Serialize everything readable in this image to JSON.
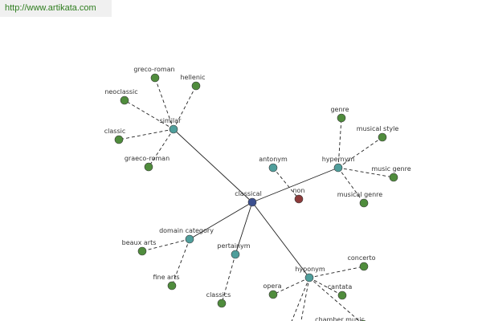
{
  "source_url": "http://www.artikata.com",
  "colors": {
    "root": "#3b4f8f",
    "relation": "#4f9e9b",
    "leaf": "#4f8c3c",
    "antonym_leaf": "#8c3a3a"
  },
  "graph": {
    "nodes": [
      {
        "id": "classical",
        "label": "classical",
        "kind": "root"
      },
      {
        "id": "similar",
        "label": "similar",
        "kind": "relation"
      },
      {
        "id": "antonym",
        "label": "antonym",
        "kind": "relation"
      },
      {
        "id": "hypernym",
        "label": "hypernym",
        "kind": "relation"
      },
      {
        "id": "domain_category",
        "label": "domain category",
        "kind": "relation"
      },
      {
        "id": "pertainym",
        "label": "pertainym",
        "kind": "relation"
      },
      {
        "id": "hyponym",
        "label": "hyponym",
        "kind": "relation"
      },
      {
        "id": "greco_roman",
        "label": "greco-roman",
        "kind": "leaf"
      },
      {
        "id": "hellenic",
        "label": "hellenic",
        "kind": "leaf"
      },
      {
        "id": "neoclassic",
        "label": "neoclassic",
        "kind": "leaf"
      },
      {
        "id": "classic",
        "label": "classic",
        "kind": "leaf"
      },
      {
        "id": "graeco_roman",
        "label": "graeco-roman",
        "kind": "leaf"
      },
      {
        "id": "non",
        "label": "non",
        "kind": "antonym_leaf"
      },
      {
        "id": "genre",
        "label": "genre",
        "kind": "leaf"
      },
      {
        "id": "musical_style",
        "label": "musical style",
        "kind": "leaf"
      },
      {
        "id": "music_genre",
        "label": "music genre",
        "kind": "leaf"
      },
      {
        "id": "musical_genre",
        "label": "musical genre",
        "kind": "leaf"
      },
      {
        "id": "beaux_arts",
        "label": "beaux arts",
        "kind": "leaf"
      },
      {
        "id": "fine_arts",
        "label": "fine arts",
        "kind": "leaf"
      },
      {
        "id": "classics",
        "label": "classics",
        "kind": "leaf"
      },
      {
        "id": "concerto",
        "label": "concerto",
        "kind": "leaf"
      },
      {
        "id": "opera",
        "label": "opera",
        "kind": "leaf"
      },
      {
        "id": "cantata",
        "label": "cantata",
        "kind": "leaf"
      },
      {
        "id": "chamber_music",
        "label": "chamber music",
        "kind": "leaf"
      }
    ],
    "edges": [
      {
        "from": "classical",
        "to": "similar",
        "style": "solid"
      },
      {
        "from": "classical",
        "to": "hypernym",
        "style": "solid"
      },
      {
        "from": "classical",
        "to": "domain_category",
        "style": "solid"
      },
      {
        "from": "classical",
        "to": "pertainym",
        "style": "solid"
      },
      {
        "from": "classical",
        "to": "hyponym",
        "style": "solid"
      },
      {
        "from": "similar",
        "to": "greco_roman",
        "style": "dashed"
      },
      {
        "from": "similar",
        "to": "hellenic",
        "style": "dashed"
      },
      {
        "from": "similar",
        "to": "neoclassic",
        "style": "dashed"
      },
      {
        "from": "similar",
        "to": "classic",
        "style": "dashed"
      },
      {
        "from": "similar",
        "to": "graeco_roman",
        "style": "dashed"
      },
      {
        "from": "antonym",
        "to": "non",
        "style": "dashed"
      },
      {
        "from": "hypernym",
        "to": "genre",
        "style": "dashed"
      },
      {
        "from": "hypernym",
        "to": "musical_style",
        "style": "dashed"
      },
      {
        "from": "hypernym",
        "to": "music_genre",
        "style": "dashed"
      },
      {
        "from": "hypernym",
        "to": "musical_genre",
        "style": "dashed"
      },
      {
        "from": "domain_category",
        "to": "beaux_arts",
        "style": "dashed"
      },
      {
        "from": "domain_category",
        "to": "fine_arts",
        "style": "dashed"
      },
      {
        "from": "pertainym",
        "to": "classics",
        "style": "dashed"
      },
      {
        "from": "hyponym",
        "to": "concerto",
        "style": "dashed"
      },
      {
        "from": "hyponym",
        "to": "opera",
        "style": "dashed"
      },
      {
        "from": "hyponym",
        "to": "cantata",
        "style": "dashed"
      },
      {
        "from": "hyponym",
        "to": "chamber_music",
        "style": "dashed"
      },
      {
        "from": "hyponym",
        "to": "offscreen_a",
        "style": "dashed"
      },
      {
        "from": "hyponym",
        "to": "offscreen_b",
        "style": "dashed"
      }
    ]
  }
}
